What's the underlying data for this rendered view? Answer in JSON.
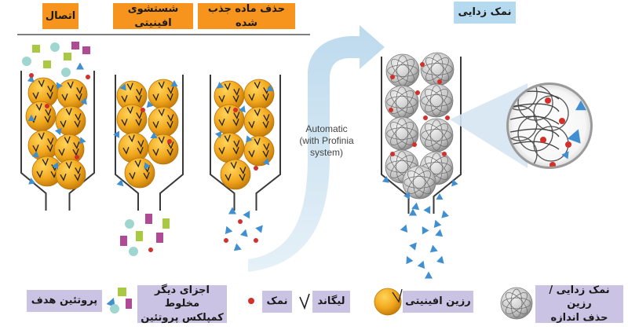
{
  "headers": {
    "binding": "اتصال",
    "affinity_wash": "شستشوی افینیتی",
    "elution": "حذف ماده جذب شده",
    "desalting": "نمک زدایی"
  },
  "automatic": {
    "line1": "Automatic",
    "line2": "(with Profinia",
    "line3": "system)"
  },
  "legend": {
    "target_protein": "پروتئین هدف",
    "other_components_line1": "اجزای دیگر مخلوط",
    "other_components_line2": "کمپلکس پروتئین",
    "salt": "نمک",
    "ligand": "لیگاند",
    "affinity_resin": "رزین افینیتی",
    "desalting_resin_line1": "نمک زدایی / رزین",
    "desalting_resin_line2": "حذف اندازه"
  },
  "colors": {
    "orange_label": "#f7941d",
    "blue_label": "#b5d9ee",
    "purple_label": "#cbc3e3",
    "resin_bead": "#f2a81d",
    "target_protein": "#3f8fd1",
    "salt": "#d4302b",
    "contaminant_green": "#a8c940",
    "contaminant_purple": "#b04a94",
    "contaminant_teal": "#9fd7d0"
  }
}
